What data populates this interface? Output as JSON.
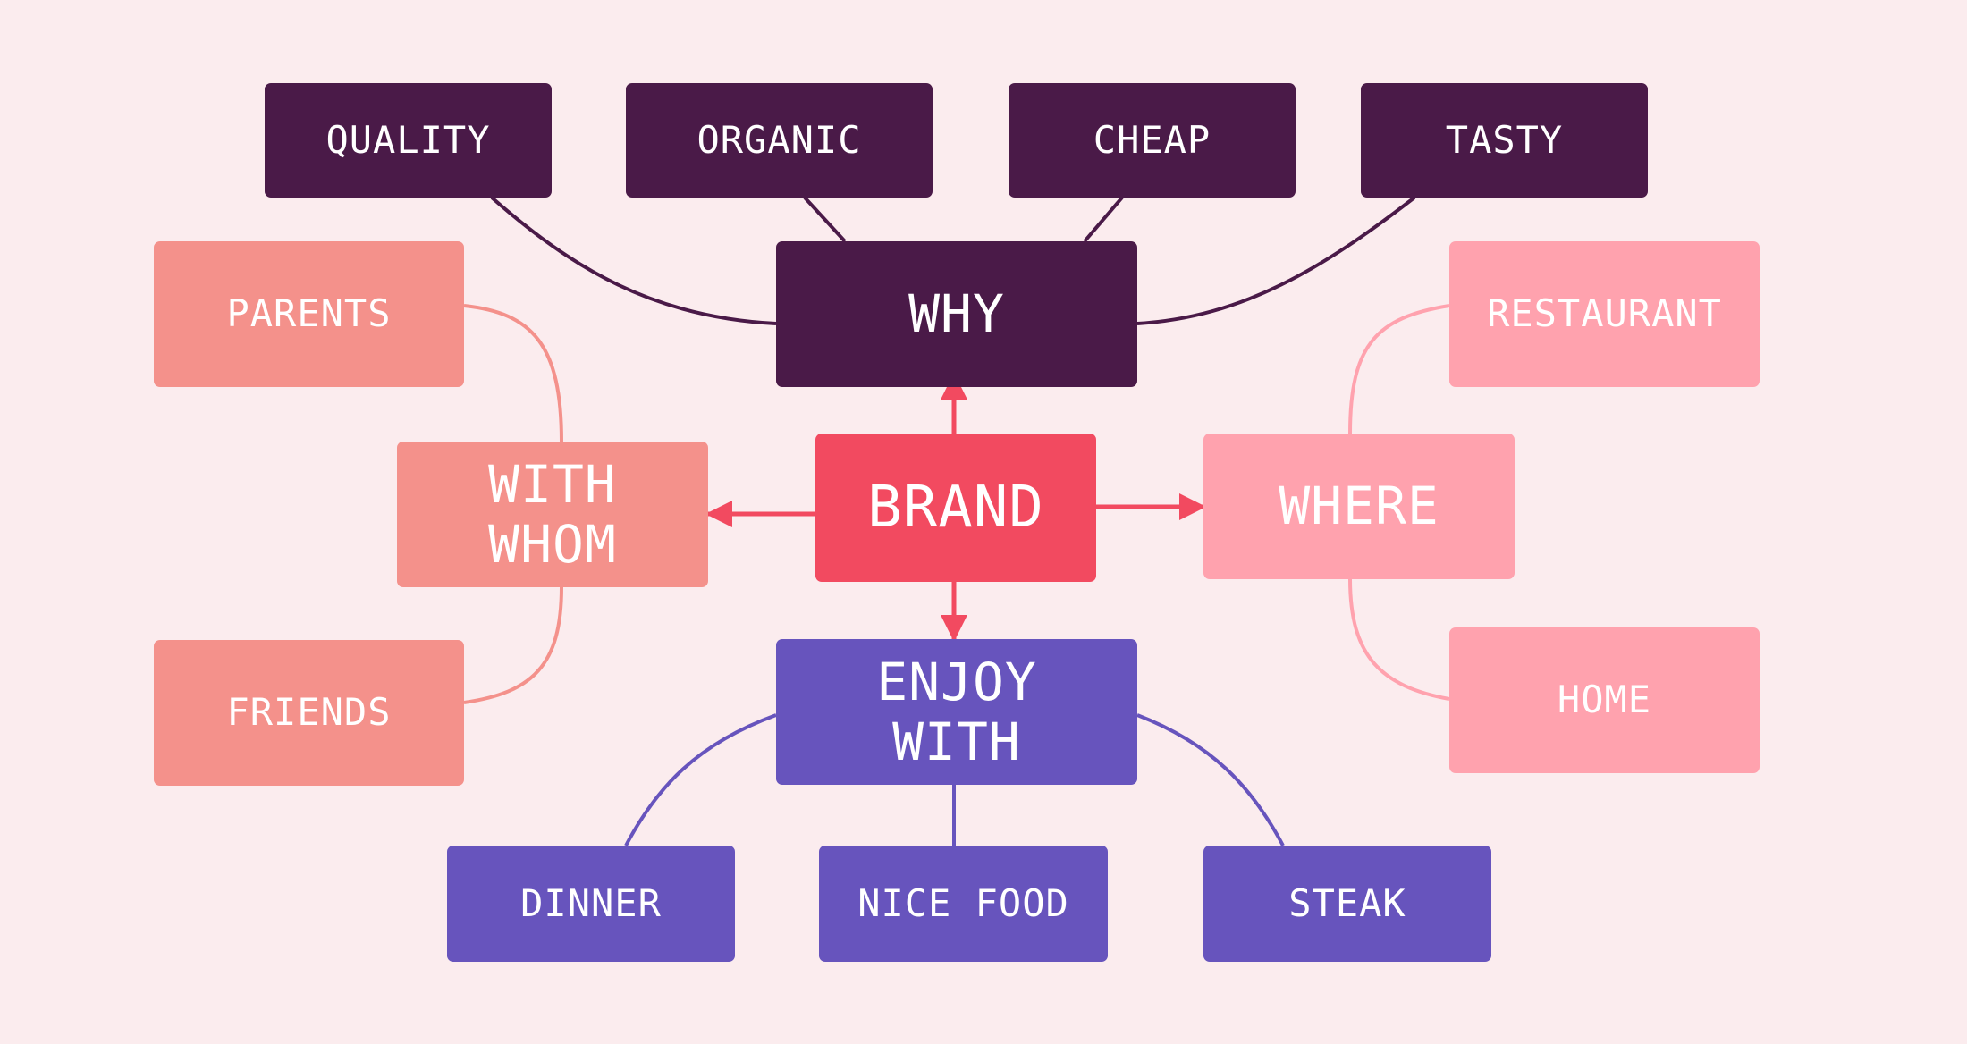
{
  "center": {
    "label": "BRAND"
  },
  "why": {
    "label": "WHY",
    "children": [
      "QUALITY",
      "ORGANIC",
      "CHEAP",
      "TASTY"
    ]
  },
  "with_whom": {
    "label": "WITH\nWHOM",
    "children": [
      "PARENTS",
      "FRIENDS"
    ]
  },
  "where": {
    "label": "WHERE",
    "children": [
      "RESTAURANT",
      "HOME"
    ]
  },
  "enjoy_with": {
    "label": "ENJOY\nWITH",
    "children": [
      "DINNER",
      "NICE FOOD",
      "STEAK"
    ]
  },
  "colors": {
    "background": "#fbecee",
    "why": "#4a1a48",
    "brand": "#f24a60",
    "with_whom": "#f4918b",
    "where": "#ffa2ae",
    "enjoy_with": "#6754bd"
  }
}
